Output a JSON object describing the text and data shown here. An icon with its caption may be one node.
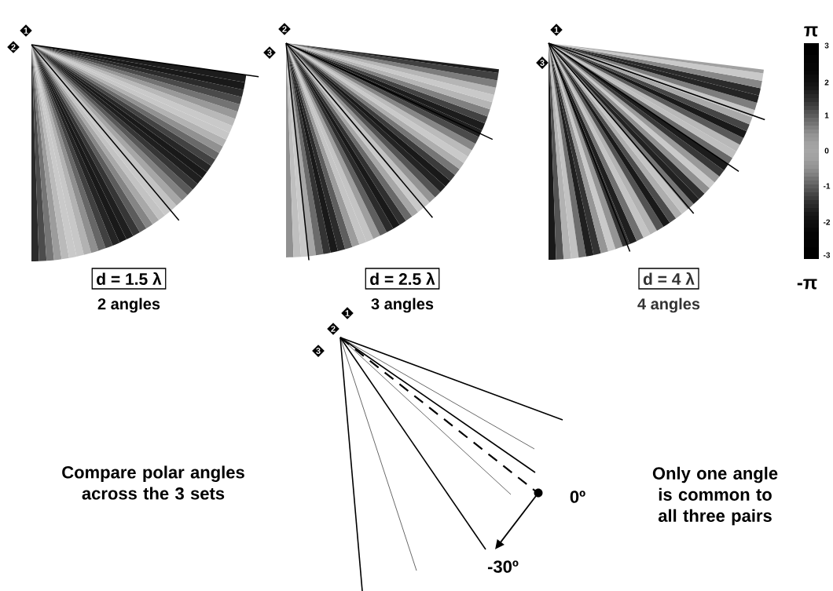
{
  "diagram": {
    "nodes": [
      {
        "text": [
          "d = 1.5 λ"
        ],
        "beside": [
          "2 angles"
        ]
      },
      {
        "text": [
          "d = 2.5 λ"
        ],
        "beside": [
          "3 angles"
        ]
      },
      {
        "text": [
          "d = 4 λ"
        ],
        "beside": [
          "4 angles"
        ]
      }
    ],
    "labels": [
      "1",
      "2",
      "2",
      "3",
      "1",
      "3",
      "π",
      "3",
      "2",
      "1",
      "0",
      "-1",
      "-2",
      "-3",
      "-π",
      "1",
      "2",
      "3",
      "Compare polar angles across the 3 sets",
      "0º",
      "Only one angle is common to all three pairs",
      "-30º"
    ]
  }
}
